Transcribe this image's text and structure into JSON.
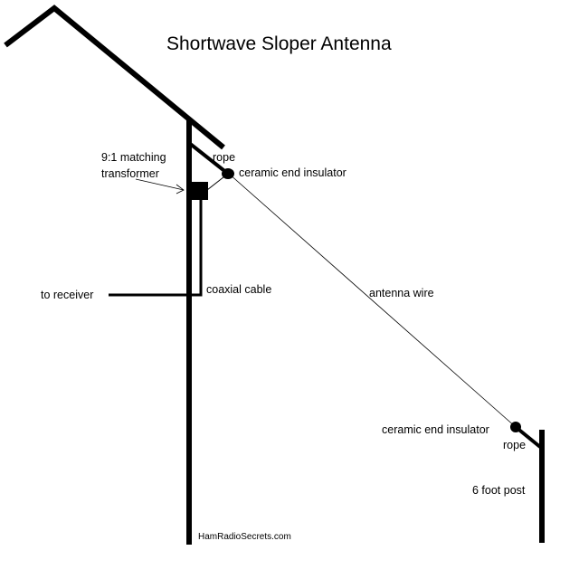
{
  "title": "Shortwave Sloper Antenna",
  "labels": {
    "transformer_line1": "9:1 matching",
    "transformer_line2": "transformer",
    "rope_top": "rope",
    "insulator_top": "ceramic end insulator",
    "receiver": "to receiver",
    "coax": "coaxial cable",
    "antenna_wire": "antenna wire",
    "insulator_bottom": "ceramic end insulator",
    "rope_bottom": "rope",
    "post": "6 foot post",
    "credit": "HamRadioSecrets.com"
  }
}
